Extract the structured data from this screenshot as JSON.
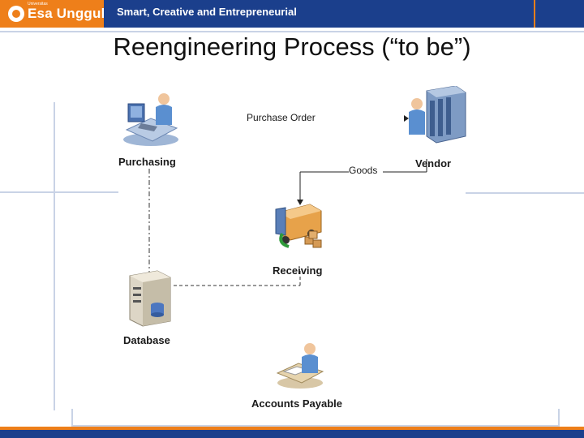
{
  "header": {
    "logo_small": "Universitas",
    "logo_text": "Esa Unggul",
    "tagline": "Smart, Creative and Entrepreneurial",
    "brand_orange": "#ee7f1a",
    "brand_blue": "#1b3f8c"
  },
  "slide": {
    "title": "Reengineering Process (“to be”)"
  },
  "diagram": {
    "nodes": {
      "purchasing": "Purchasing",
      "vendor": "Vendor",
      "receiving": "Receiving",
      "database": "Database",
      "accounts_payable": "Accounts Payable"
    },
    "edges": {
      "purchase_order": "Purchase Order",
      "goods": "Goods"
    },
    "icons": [
      "person-at-computer-icon",
      "person-at-server-icon",
      "delivery-truck-icon",
      "database-server-icon",
      "person-at-desk-icon"
    ]
  }
}
